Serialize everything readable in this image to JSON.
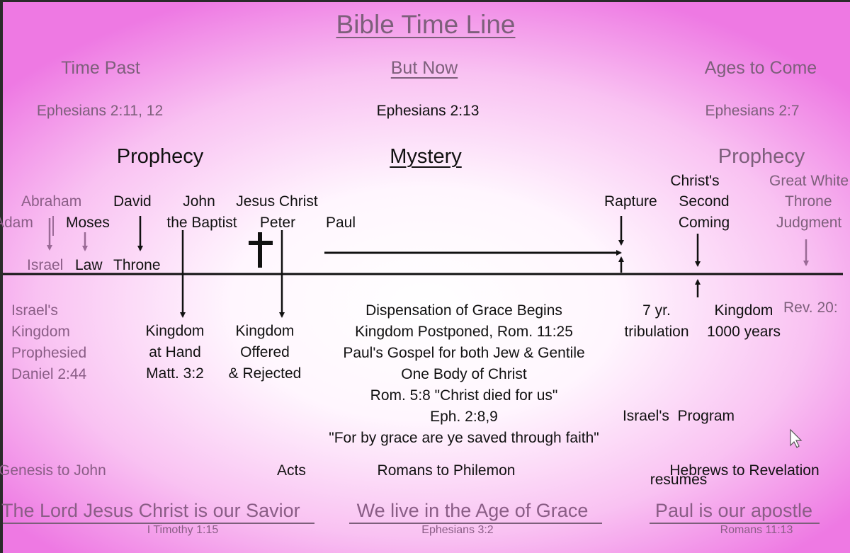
{
  "title": "Bible Time Line",
  "periods": {
    "past": {
      "label": "Time Past",
      "ref": "Ephesians 2:11, 12",
      "type": "Prophecy"
    },
    "now": {
      "label": "But Now",
      "ref": "Ephesians 2:13",
      "type": "Mystery"
    },
    "future": {
      "label": "Ages to Come",
      "ref": "Ephesians 2:7",
      "type": "Prophecy"
    }
  },
  "above_events": {
    "abraham": "Abraham",
    "adam": "Adam",
    "moses": "Moses",
    "david": "David",
    "john1": "John",
    "john2": "the Baptist",
    "jesus1": "Jesus Christ",
    "jesus2": "Peter",
    "paul": "Paul",
    "rapture": "Rapture",
    "second1": "Christ's",
    "second2": "Second",
    "second3": "Coming",
    "gwt1": "Great White",
    "gwt2": "Throne",
    "gwt3": "Judgment",
    "israel": "Israel",
    "law": "Law",
    "throne": "Throne"
  },
  "below_events": {
    "israel_kingdom": [
      "Israel's",
      "Kingdom",
      "Prophesied",
      "Daniel 2:44"
    ],
    "kingdom_hand": [
      "Kingdom",
      "at Hand",
      "Matt. 3:2"
    ],
    "kingdom_offered": [
      "Kingdom",
      "Offered",
      "& Rejected"
    ],
    "grace": [
      "Dispensation of Grace Begins",
      "Kingdom Postponed, Rom. 11:25",
      "Paul's Gospel for both Jew & Gentile",
      "One Body of Christ",
      "Rom. 5:8 \"Christ died for us\"",
      "Eph. 2:8,9",
      "\"For by grace are ye saved through faith\""
    ],
    "tribulation": [
      "7 yr.",
      "tribulation"
    ],
    "kingdom_1000": [
      "Kingdom",
      "1000 years"
    ],
    "program": [
      "Israel's  Program",
      "resumes"
    ],
    "rev": "Rev. 20:"
  },
  "books": {
    "gen_john": "Genesis to John",
    "acts": "Acts",
    "rom_phil": "Romans to Philemon",
    "heb_rev": "Hebrews to Revelation"
  },
  "footer": {
    "savior": "The Lord Jesus Christ is our Savior",
    "savior_ref": "I Timothy 1:15",
    "grace": "We live in the Age of Grace",
    "grace_ref": "Ephesians 3:2",
    "apostle": "Paul is our apostle",
    "apostle_ref": "Romans 11:13"
  },
  "colors": {
    "background_edge": "#ee79e3",
    "background_center": "#ffffff",
    "muted_text": "#7d5f7b",
    "line": "#111111"
  },
  "icons": [
    "cross-icon",
    "cursor-arrow-icon"
  ]
}
